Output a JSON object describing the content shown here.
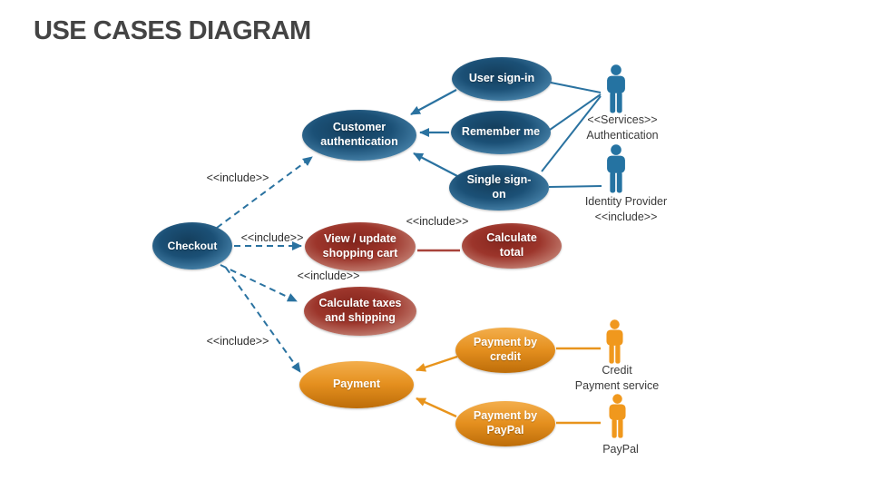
{
  "title": "USE CASES DIAGRAM",
  "colors": {
    "node_blue": "#1b5076",
    "node_red": "#9c352b",
    "node_orange": "#e5901f",
    "line_blue": "#2a72a0",
    "line_red": "#a8423a",
    "line_orange": "#e8941c",
    "title_text": "#444444"
  },
  "nodes": {
    "checkout": {
      "label": "Checkout"
    },
    "customer_auth": {
      "label": "Customer authentication"
    },
    "user_signin": {
      "label": "User sign-in"
    },
    "remember_me": {
      "label": "Remember me"
    },
    "single_signon": {
      "label": "Single sign-on"
    },
    "view_update_cart": {
      "label": "View / update shopping cart"
    },
    "calculate_total": {
      "label": "Calculate total"
    },
    "calculate_taxes": {
      "label": "Calculate taxes and shipping"
    },
    "payment": {
      "label": "Payment"
    },
    "payment_credit": {
      "label": "Payment by credit"
    },
    "payment_paypal": {
      "label": "Payment by PayPal"
    }
  },
  "actors": {
    "services_auth": {
      "line1": "<<Services>>",
      "line2": "Authentication"
    },
    "identity_provider": {
      "line1": "Identity Provider",
      "line2": "<<include>>"
    },
    "credit_payment": {
      "line1": "Credit",
      "line2": "Payment service"
    },
    "paypal": {
      "line1": "PayPal"
    }
  },
  "edge_labels": {
    "include_auth": "<<include>>",
    "include_cart": "<<include>>",
    "include_total": "<<include>>",
    "include_taxes": "<<include>>",
    "include_payment": "<<include>>"
  }
}
